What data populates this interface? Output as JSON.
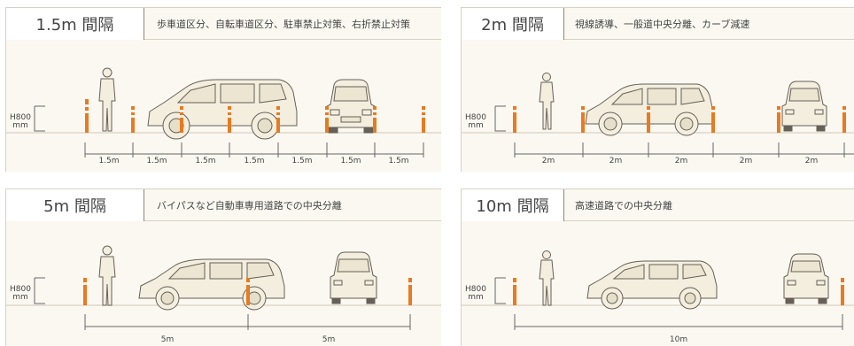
{
  "panels": {
    "p1": {
      "title": "1.5m 間隔",
      "description": "歩車道区分、自転車道区分、駐車禁止対策、右折禁止対策",
      "dims": [
        "1.5m",
        "1.5m",
        "1.5m",
        "1.5m",
        "1.5m",
        "1.5m",
        "1.5m"
      ]
    },
    "p2": {
      "title": "2m 間隔",
      "description": "視線誘導、一般道中央分離、カーブ減速",
      "dims": [
        "2m",
        "2m",
        "2m",
        "2m",
        "2m"
      ]
    },
    "p3": {
      "title": "5m 間隔",
      "description": "バイパスなど自動車専用道路での中央分離",
      "dims": [
        "5m",
        "5m"
      ]
    },
    "p4": {
      "title": "10m 間隔",
      "description": "高速道路での中央分離",
      "dims": [
        "10m"
      ]
    }
  },
  "height_label": "H800",
  "height_unit": "mm",
  "colors": {
    "post": "#e87a1f",
    "reflector": "#f2efe6",
    "car_fill": "#f3eede",
    "car_line": "#666058",
    "ground": "#d8d2c4"
  }
}
